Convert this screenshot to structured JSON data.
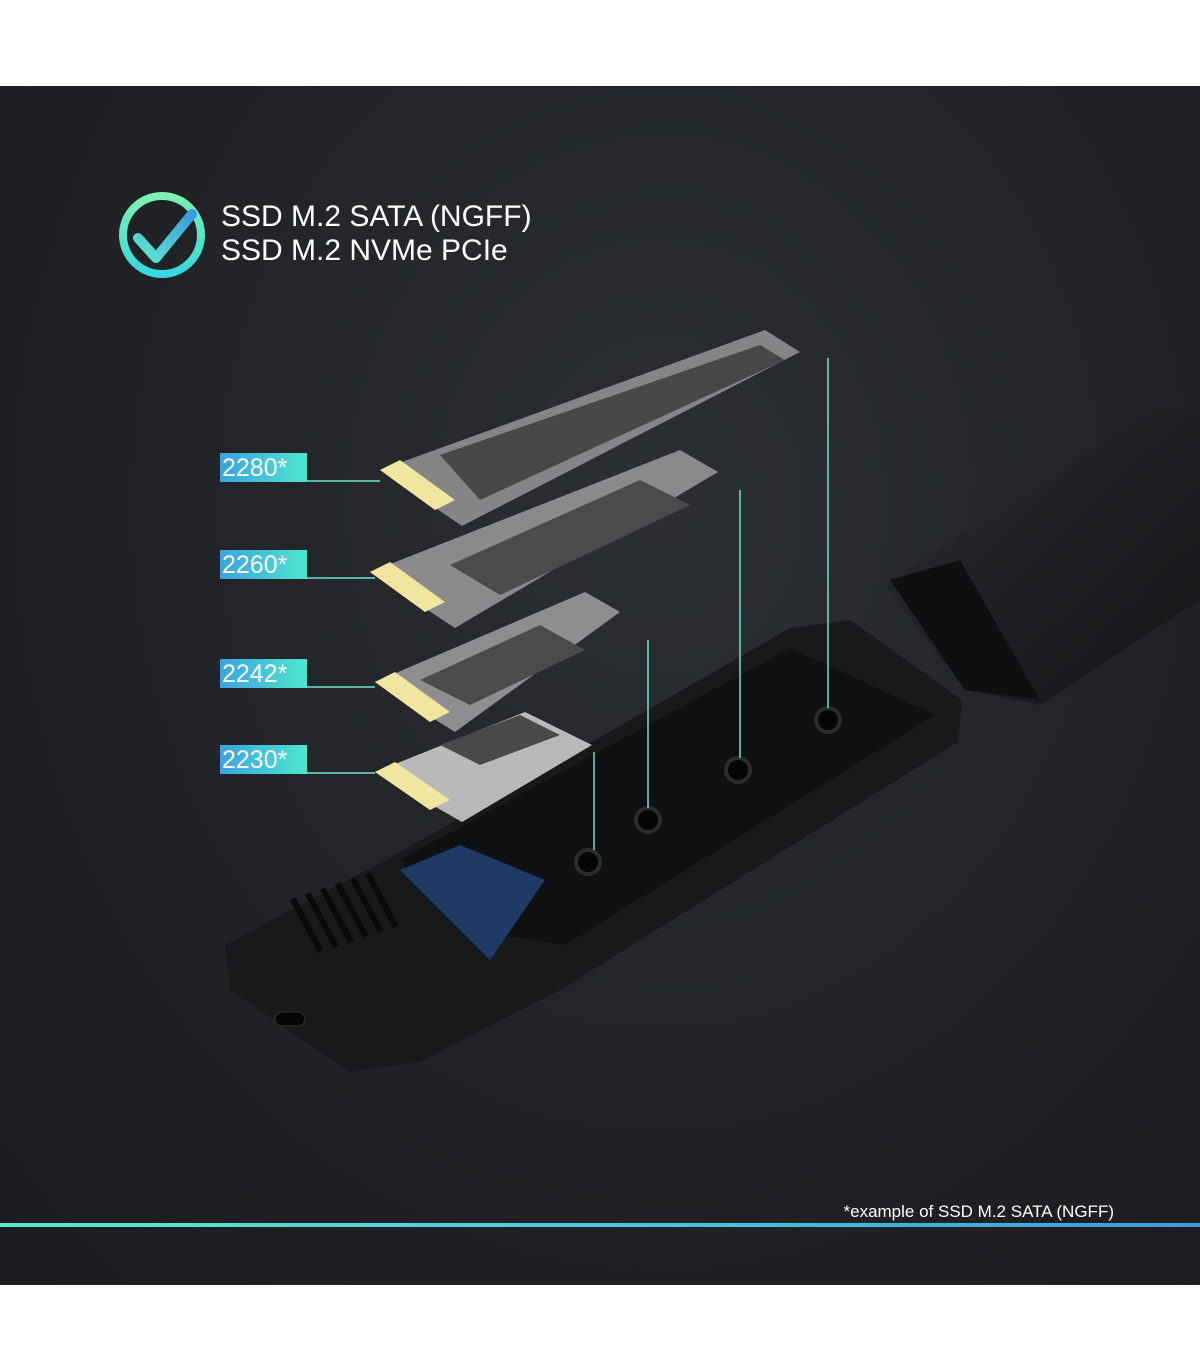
{
  "header": {
    "compatibility_lines": [
      "SSD M.2 SATA (NGFF)",
      "SSD M.2 NVMe PCIe"
    ],
    "check_icon": "check-circle-icon"
  },
  "sizes": [
    "2280*",
    "2260*",
    "2242*",
    "2230*"
  ],
  "footnote": "*example of SSD M.2 SATA (NGFF)",
  "colors": {
    "accent_teal": "#4fe6cf",
    "accent_blue": "#3aa3e0",
    "background": "#212326"
  }
}
